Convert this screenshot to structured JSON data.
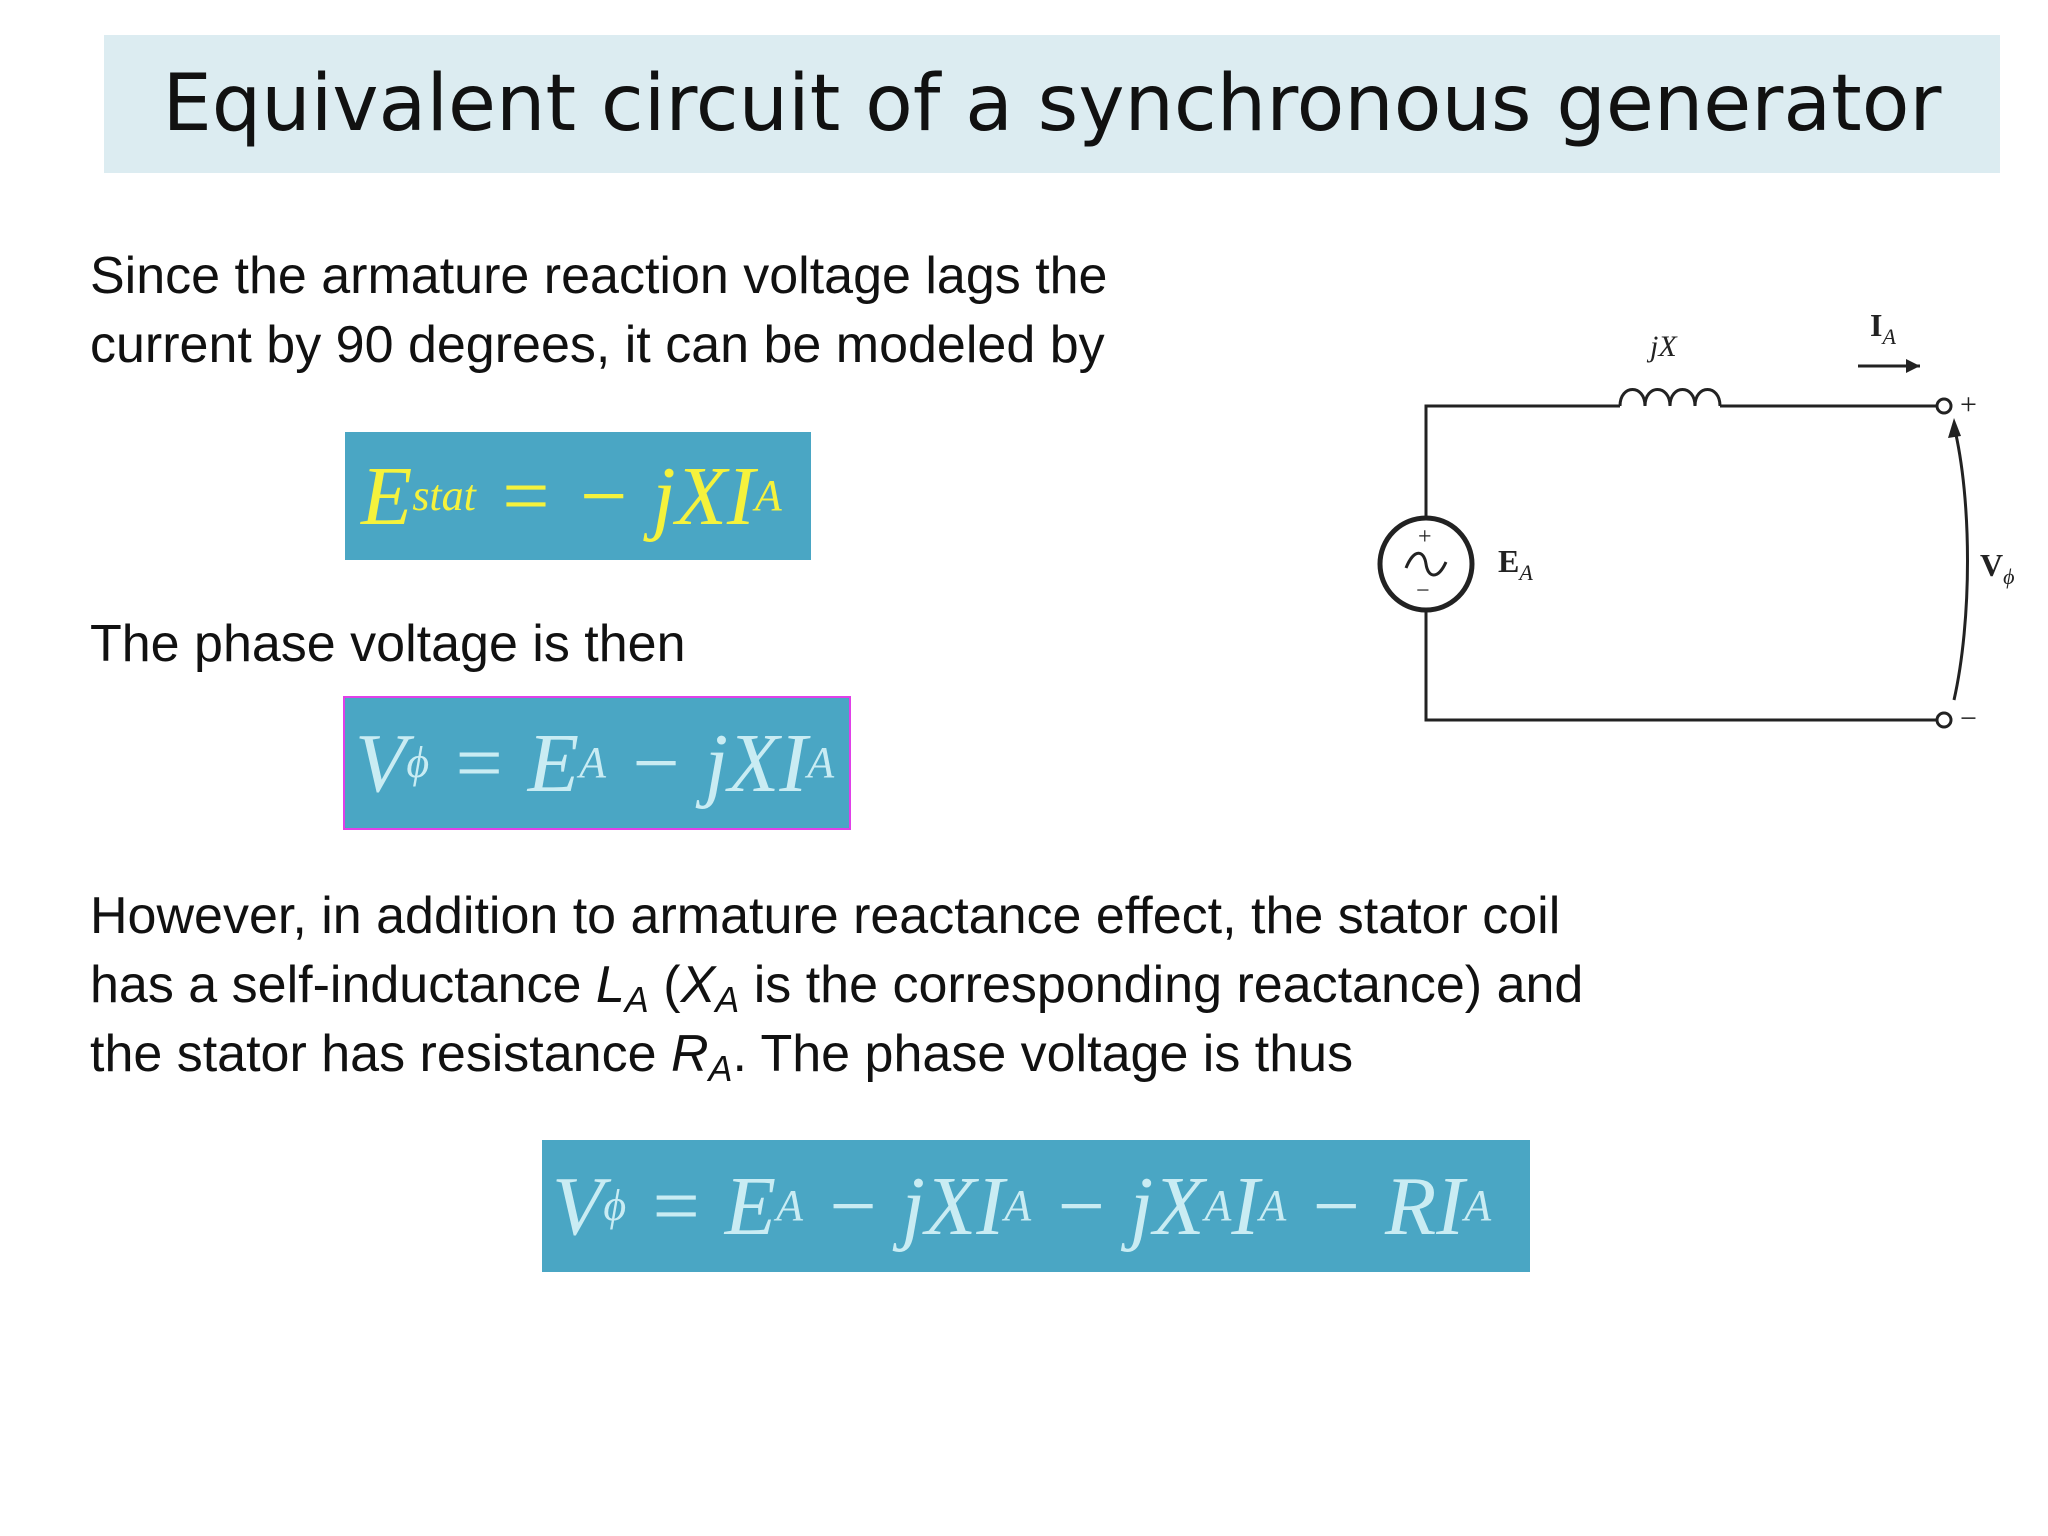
{
  "slide": {
    "title": "Equivalent circuit of a synchronous generator",
    "para1": {
      "line1": "Since the armature reaction voltage lags the",
      "line2": "current by 90 degrees, it can be modeled by"
    },
    "para2": "The phase voltage is then",
    "para3": {
      "line1": "However, in addition to armature reactance effect, the stator coil",
      "line2_a": "has a self-inductance ",
      "line2_L": "L",
      "line2_Lsub": "A",
      "line2_b": " (",
      "line2_X": "X",
      "line2_Xsub": "A",
      "line2_c": " is the corresponding reactance) and",
      "line3_a": "the stator has resistance ",
      "line3_R": "R",
      "line3_Rsub": "A",
      "line3_b": ". The phase voltage is thus"
    }
  },
  "equations": {
    "eq1": {
      "E": "E",
      "E_sub": "stat",
      "rhs": " = − jXI",
      "rhs_sub": "A"
    },
    "eq2": {
      "V": "V",
      "V_sub": "ϕ",
      "mid": " = E",
      "mid_sub": "A",
      "rhs": " − jXI",
      "rhs_sub": "A"
    },
    "eq3": {
      "V": "V",
      "V_sub": "ϕ",
      "p1": " = E",
      "p1_sub": "A",
      "p2": " − jXI",
      "p2_sub": "A",
      "p3": " − jX",
      "p3_sub": "A",
      "p4": "I",
      "p4_sub": "A",
      "p5": " − RI",
      "p5_sub": "A"
    }
  },
  "circuit": {
    "inductor_label": "jX",
    "current_label": "I",
    "current_sub": "A",
    "source_label": "E",
    "source_sub": "A",
    "voltage_label": "V",
    "voltage_sub": "ϕ",
    "plus": "+",
    "minus": "−",
    "source_plus": "+",
    "source_minus": "−"
  },
  "colors": {
    "title_bg": "#dcecf1",
    "eq_bg": "#4aa6c4",
    "eq1_text": "#f5f23c",
    "eq_text": "#c9ecf3",
    "eq2_border": "#e040e8"
  }
}
